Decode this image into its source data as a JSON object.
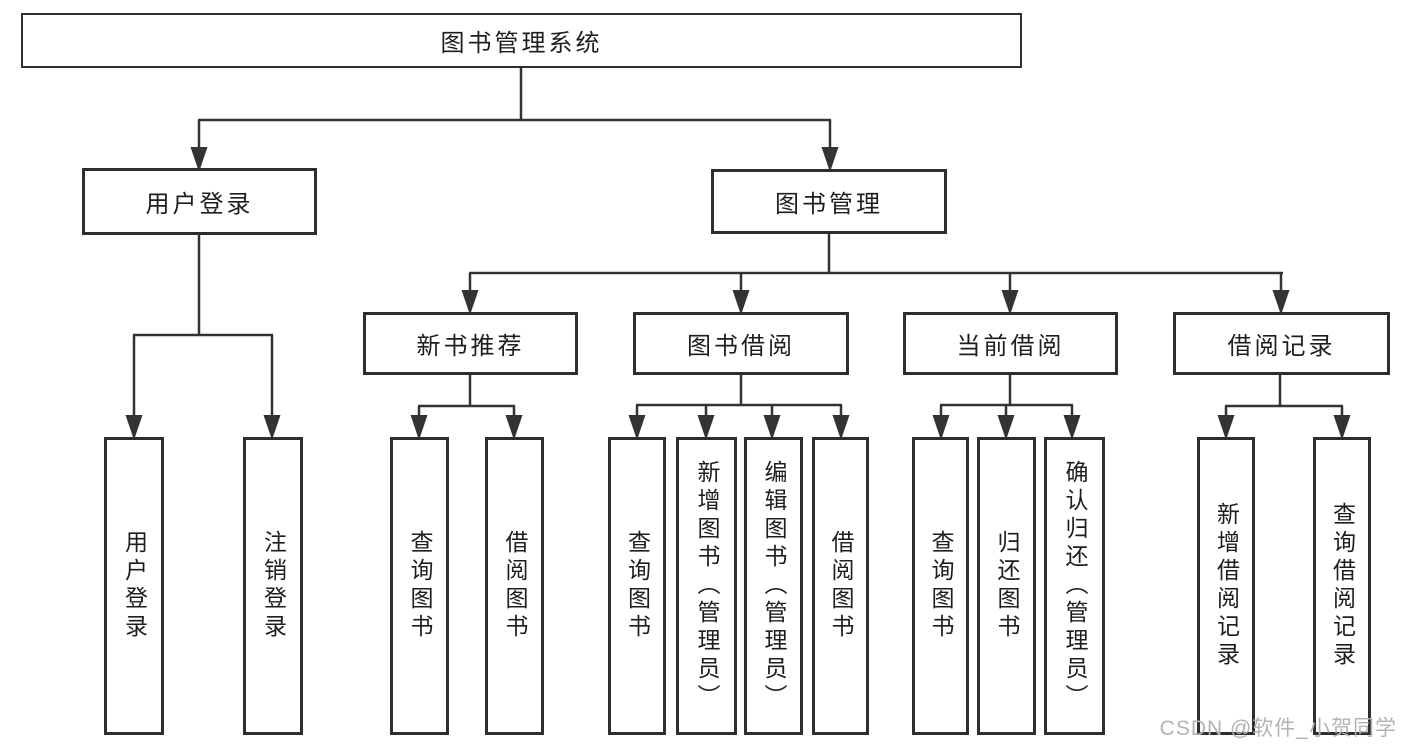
{
  "tree": {
    "label": "图书管理系统",
    "children": [
      {
        "label": "用户登录",
        "children": [
          {
            "label": "用户登录"
          },
          {
            "label": "注销登录"
          }
        ]
      },
      {
        "label": "图书管理",
        "children": [
          {
            "label": "新书推荐",
            "children": [
              {
                "label": "查询图书"
              },
              {
                "label": "借阅图书"
              }
            ]
          },
          {
            "label": "图书借阅",
            "children": [
              {
                "label": "查询图书"
              },
              {
                "label": "新增图书（管理员）"
              },
              {
                "label": "编辑图书（管理员）"
              },
              {
                "label": "借阅图书"
              }
            ]
          },
          {
            "label": "当前借阅",
            "children": [
              {
                "label": "查询图书"
              },
              {
                "label": "归还图书"
              },
              {
                "label": "确认归还（管理员）"
              }
            ]
          },
          {
            "label": "借阅记录",
            "children": [
              {
                "label": "新增借阅记录"
              },
              {
                "label": "查询借阅记录"
              }
            ]
          }
        ]
      }
    ]
  },
  "watermark": {
    "text": "CSDN @软件_小贺同学",
    "color": "#b3b3b3"
  },
  "colors": {
    "line": "#333333",
    "box_border": "#2e2e2e",
    "text": "#1e1e1e",
    "background": "#ffffff"
  }
}
